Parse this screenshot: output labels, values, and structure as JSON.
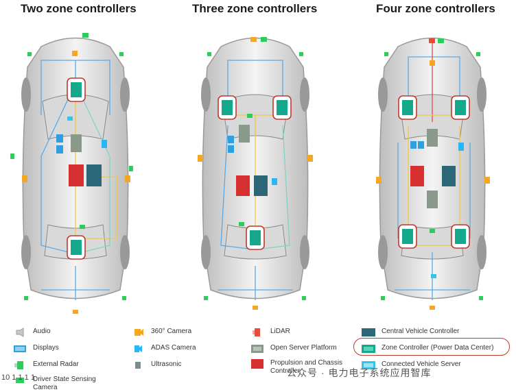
{
  "titles": {
    "two": "Two zone controllers",
    "three": "Three zone controllers",
    "four": "Four zone controllers"
  },
  "legend": [
    {
      "key": "audio",
      "label": "Audio",
      "color": "#c8c8c8"
    },
    {
      "key": "displays",
      "label": "Displays",
      "color": "#2f9fe0"
    },
    {
      "key": "external_radar",
      "label": "External Radar",
      "color": "#2ecc5a"
    },
    {
      "key": "driver_state",
      "label": "Driver State Sensing Camera",
      "color": "#2ecc5a"
    },
    {
      "key": "cam360",
      "label": "360° Camera",
      "color": "#f5a623"
    },
    {
      "key": "adas_camera",
      "label": "ADAS Camera",
      "color": "#29b6f6"
    },
    {
      "key": "ultrasonic",
      "label": "Ultrasonic",
      "color": "#7f8c8d"
    },
    {
      "key": "lidar",
      "label": "LiDAR",
      "color": "#e74c3c"
    },
    {
      "key": "osp",
      "label": "Open Server Platform",
      "color": "#8a9a8a"
    },
    {
      "key": "propulsion",
      "label": "Propulsion and Chassis Controller",
      "color": "#d63031"
    },
    {
      "key": "cvc",
      "label": "Central Vehicle Controller",
      "color": "#2c6777"
    },
    {
      "key": "zone",
      "label": "Zone Controller (Power Data Center)",
      "color": "#15a88a"
    },
    {
      "key": "cvs",
      "label": "Connected Vehicle Server",
      "color": "#33c4e8"
    }
  ],
  "watermark": "公众号 · 电力电子系统应用智库",
  "corner_mark": "10 1 1 1 1"
}
